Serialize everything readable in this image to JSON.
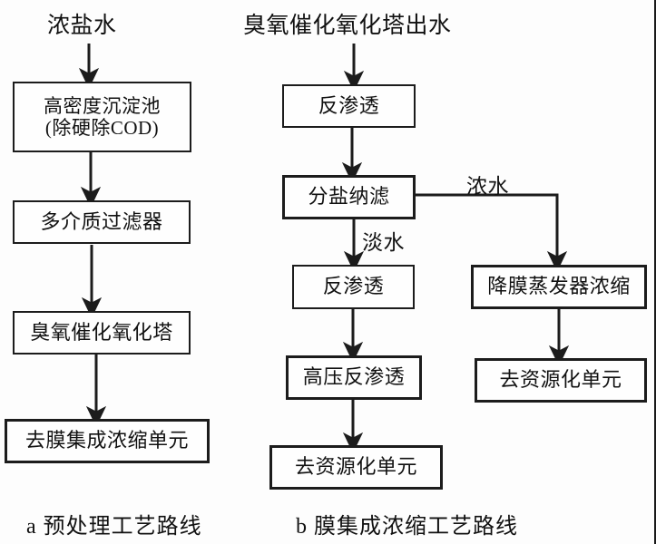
{
  "figure": {
    "type": "flowchart",
    "orientation": "two-panel-vertical-flow",
    "background_color": "#fdfdfd",
    "line_color": "#1c1c1c",
    "text_color": "#111111"
  },
  "panel_a": {
    "caption": "a 预处理工艺路线",
    "source_label": "浓盐水",
    "nodes": [
      {
        "id": "a1",
        "label": "高密度沉淀池\n(除硬除COD)"
      },
      {
        "id": "a2",
        "label": "多介质过滤器"
      },
      {
        "id": "a3",
        "label": "臭氧催化氧化塔"
      },
      {
        "id": "a4",
        "label": "去膜集成浓缩单元"
      }
    ],
    "edges": [
      {
        "from": "source",
        "to": "a1",
        "label": ""
      },
      {
        "from": "a1",
        "to": "a2",
        "label": ""
      },
      {
        "from": "a2",
        "to": "a3",
        "label": ""
      },
      {
        "from": "a3",
        "to": "a4",
        "label": ""
      }
    ]
  },
  "panel_b": {
    "caption": "b 膜集成浓缩工艺路线",
    "source_label": "臭氧催化氧化塔出水",
    "nodes": [
      {
        "id": "b1",
        "label": "反渗透"
      },
      {
        "id": "b2",
        "label": "分盐纳滤"
      },
      {
        "id": "b3",
        "label": "反渗透"
      },
      {
        "id": "b4",
        "label": "高压反渗透"
      },
      {
        "id": "b5",
        "label": "去资源化单元"
      },
      {
        "id": "b6",
        "label": "降膜蒸发器浓缩"
      },
      {
        "id": "b7",
        "label": "去资源化单元"
      }
    ],
    "edges": [
      {
        "from": "source",
        "to": "b1",
        "label": ""
      },
      {
        "from": "b1",
        "to": "b2",
        "label": ""
      },
      {
        "from": "b2",
        "to": "b3",
        "label": "淡水"
      },
      {
        "from": "b3",
        "to": "b4",
        "label": ""
      },
      {
        "from": "b4",
        "to": "b5",
        "label": ""
      },
      {
        "from": "b2",
        "to": "b6",
        "label": "浓水"
      },
      {
        "from": "b6",
        "to": "b7",
        "label": ""
      }
    ],
    "branch_labels": {
      "permeate": "淡水",
      "concentrate": "浓水"
    }
  }
}
